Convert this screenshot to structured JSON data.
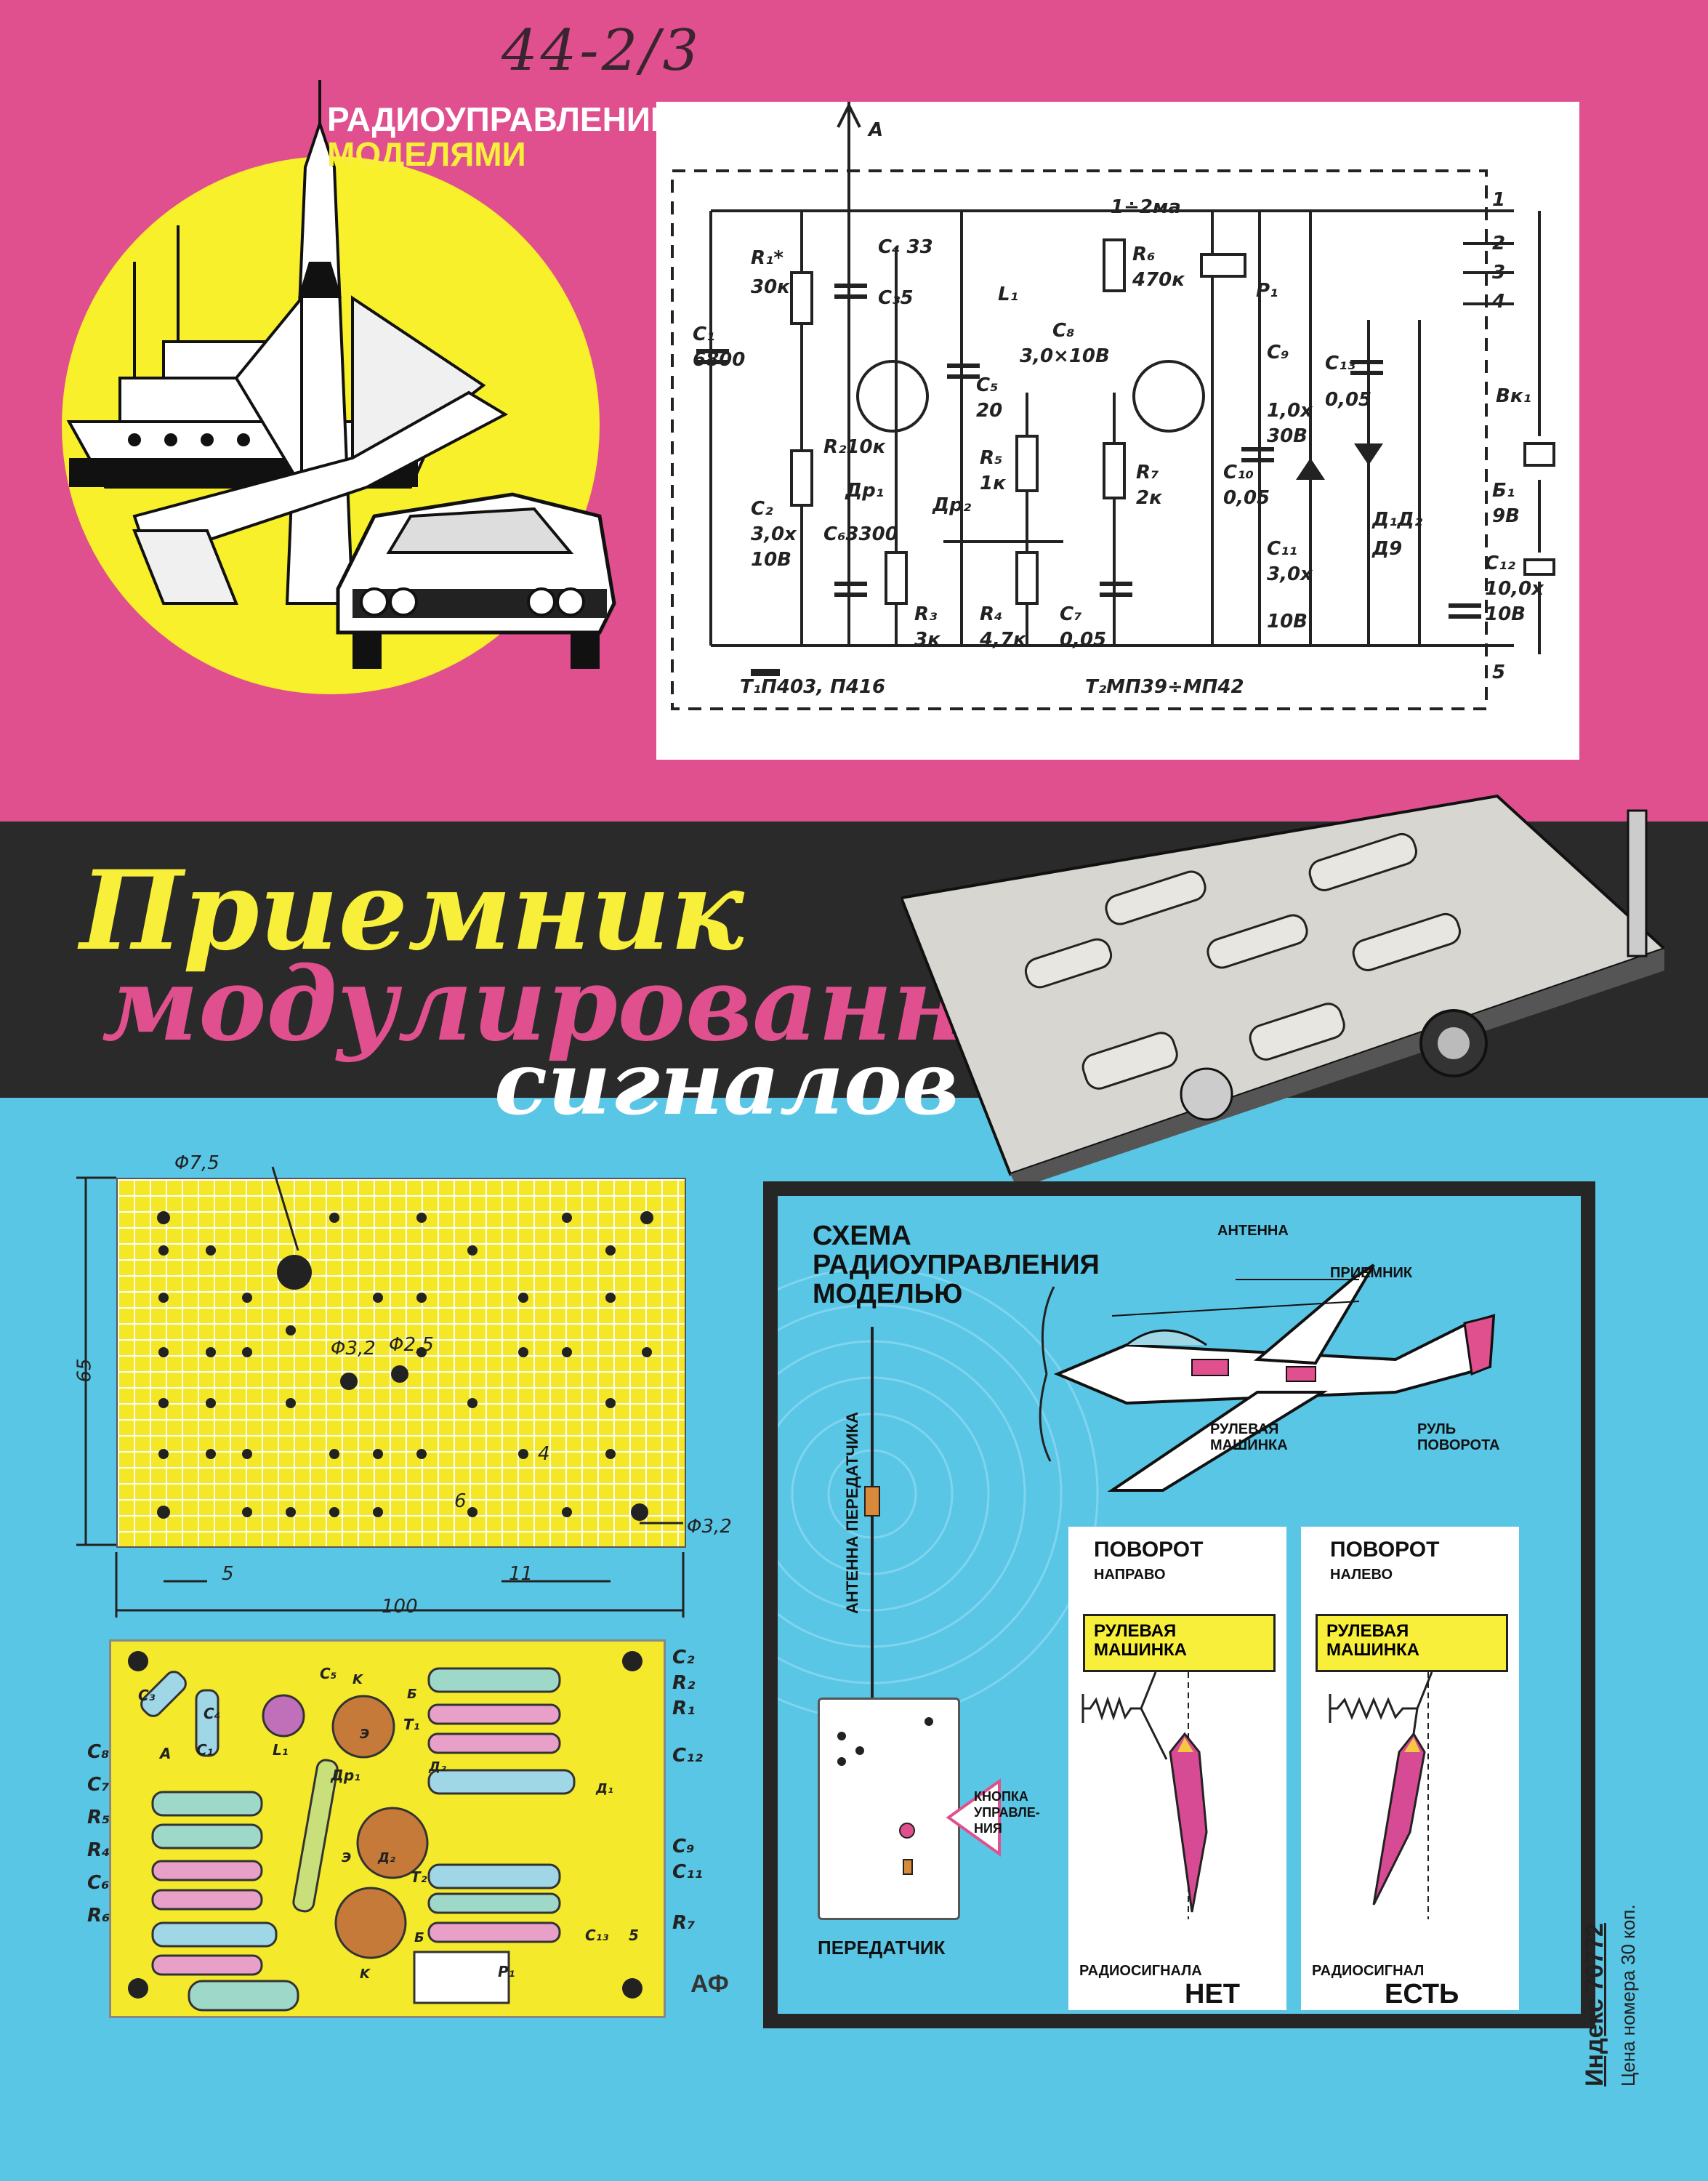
{
  "handwritten_note": "44-2/3",
  "header": {
    "line1": "РАДИОУПРАВЛЕНИЕ",
    "line2": "МОДЕЛЯМИ"
  },
  "schematic": {
    "antenna": "А",
    "components": [
      {
        "id": "R1",
        "text": "R₁*"
      },
      {
        "id": "R1v",
        "text": "30к"
      },
      {
        "id": "C1",
        "text": "C₁"
      },
      {
        "id": "C1v",
        "text": "6800"
      },
      {
        "id": "C4",
        "text": "C₄ 33"
      },
      {
        "id": "C3",
        "text": "C₃5"
      },
      {
        "id": "L1",
        "text": "L₁"
      },
      {
        "id": "C5",
        "text": "C₅"
      },
      {
        "id": "C5v",
        "text": "20"
      },
      {
        "id": "R2",
        "text": "R₂10к"
      },
      {
        "id": "C2",
        "text": "C₂"
      },
      {
        "id": "C2v",
        "text": "3,0х"
      },
      {
        "id": "C2v2",
        "text": "10В"
      },
      {
        "id": "C6",
        "text": "C₆3300"
      },
      {
        "id": "DP1",
        "text": "Др₁"
      },
      {
        "id": "DP2",
        "text": "Др₂"
      },
      {
        "id": "R3",
        "text": "R₃"
      },
      {
        "id": "R3v",
        "text": "3к"
      },
      {
        "id": "R4",
        "text": "R₄"
      },
      {
        "id": "R4v",
        "text": "4,7к"
      },
      {
        "id": "C7",
        "text": "C₇"
      },
      {
        "id": "C7v",
        "text": "0,05"
      },
      {
        "id": "R5",
        "text": "R₅"
      },
      {
        "id": "R5v",
        "text": "1к"
      },
      {
        "id": "C8",
        "text": "C₈"
      },
      {
        "id": "C8v",
        "text": "3,0×10В"
      },
      {
        "id": "I",
        "text": "1÷2ма"
      },
      {
        "id": "R6",
        "text": "R₆"
      },
      {
        "id": "R6v",
        "text": "470к"
      },
      {
        "id": "P1",
        "text": "P₁"
      },
      {
        "id": "R7",
        "text": "R₇"
      },
      {
        "id": "R7v",
        "text": "2к"
      },
      {
        "id": "C10",
        "text": "C₁₀"
      },
      {
        "id": "C10v",
        "text": "0,05"
      },
      {
        "id": "C9",
        "text": "C₉"
      },
      {
        "id": "C9v",
        "text": "1,0х"
      },
      {
        "id": "C9v2",
        "text": "30В"
      },
      {
        "id": "C13",
        "text": "C₁₃"
      },
      {
        "id": "C13v",
        "text": "0,05"
      },
      {
        "id": "C11",
        "text": "C₁₁"
      },
      {
        "id": "C11v",
        "text": "3,0х"
      },
      {
        "id": "C11v2",
        "text": "10В"
      },
      {
        "id": "D",
        "text": "Д₁Д₂"
      },
      {
        "id": "Dv",
        "text": "Д9"
      },
      {
        "id": "BK1",
        "text": "Вк₁"
      },
      {
        "id": "B1",
        "text": "Б₁"
      },
      {
        "id": "B1v",
        "text": "9В"
      },
      {
        "id": "C12",
        "text": "C₁₂"
      },
      {
        "id": "C12v",
        "text": "10,0х"
      },
      {
        "id": "C12v2",
        "text": "10В"
      },
      {
        "id": "T1",
        "text": "T₁П403, П416"
      },
      {
        "id": "T2",
        "text": "T₂МП39÷МП42"
      }
    ],
    "pins": [
      "1",
      "2",
      "3",
      "4",
      "5"
    ]
  },
  "title": {
    "line1": "Приемник",
    "line2": "модулированных",
    "line3": "сигналов"
  },
  "drill_drawing": {
    "hole_labels": [
      "Φ7,5",
      "Φ3,2",
      "Φ2,5",
      "Φ3,2"
    ],
    "dim_height": "65",
    "dim_width": "100",
    "dim_a": "5",
    "dim_b": "11",
    "dim_c": "4",
    "dim_d": "6"
  },
  "board_layout": {
    "left_labels": [
      "C₈",
      "C₇",
      "R₅",
      "R₄",
      "C₆",
      "R₆"
    ],
    "right_labels": [
      "C₂",
      "R₂",
      "R₁",
      "C₁₂",
      "C₉",
      "C₁₁",
      "R₇"
    ],
    "inner_labels": [
      "C₃",
      "C₄",
      "C₁",
      "L₁",
      "A",
      "C₅",
      "K",
      "T₁",
      "Б",
      "Э",
      "Др₁",
      "Д₂",
      "Д₁",
      "Э",
      "Д₂",
      "T₂",
      "Б",
      "K",
      "P₁",
      "C₁₃",
      "5"
    ],
    "signature": "АФ"
  },
  "rc_scheme": {
    "title": [
      "СХЕМА",
      "РАДИОУПРАВЛЕНИЯ",
      "МОДЕЛЬЮ"
    ],
    "antenna": "АНТЕННА",
    "receiver": "ПРИЕМНИК",
    "servo": [
      "РУЛЕВАЯ",
      "МАШИНКА"
    ],
    "rudder": [
      "РУЛЬ",
      "ПОВОРОТА"
    ],
    "tx_antenna": "АНТЕННА ПЕРЕДАТЧИКА",
    "tx_button": [
      "КНОПКА",
      "УПРАВЛЕ-",
      "НИЯ"
    ],
    "transmitter": "ПЕРЕДАТЧИК",
    "right_turn": {
      "head": "ПОВОРОТ",
      "sub": "НАПРАВО",
      "box": [
        "РУЛЕВАЯ",
        "МАШИНКА"
      ],
      "signal": "РАДИОСИГНАЛА",
      "state": "НЕТ"
    },
    "left_turn": {
      "head": "ПОВОРОТ",
      "sub": "НАЛЕВО",
      "box": [
        "РУЛЕВАЯ",
        "МАШИНКА"
      ],
      "signal": "РАДИОСИГНАЛ",
      "state": "ЕСТЬ"
    }
  },
  "index_line": "Индекс 70772",
  "price_line": "Цена номера 30 коп."
}
